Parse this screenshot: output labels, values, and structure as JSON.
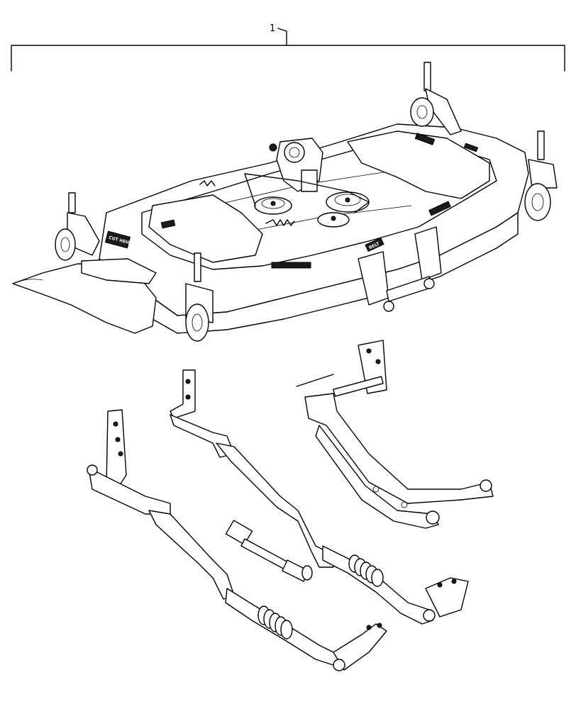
{
  "callout": {
    "number": "1"
  },
  "decals": {
    "cut_height": "CUT HEIGHT",
    "belt": "BELT"
  }
}
